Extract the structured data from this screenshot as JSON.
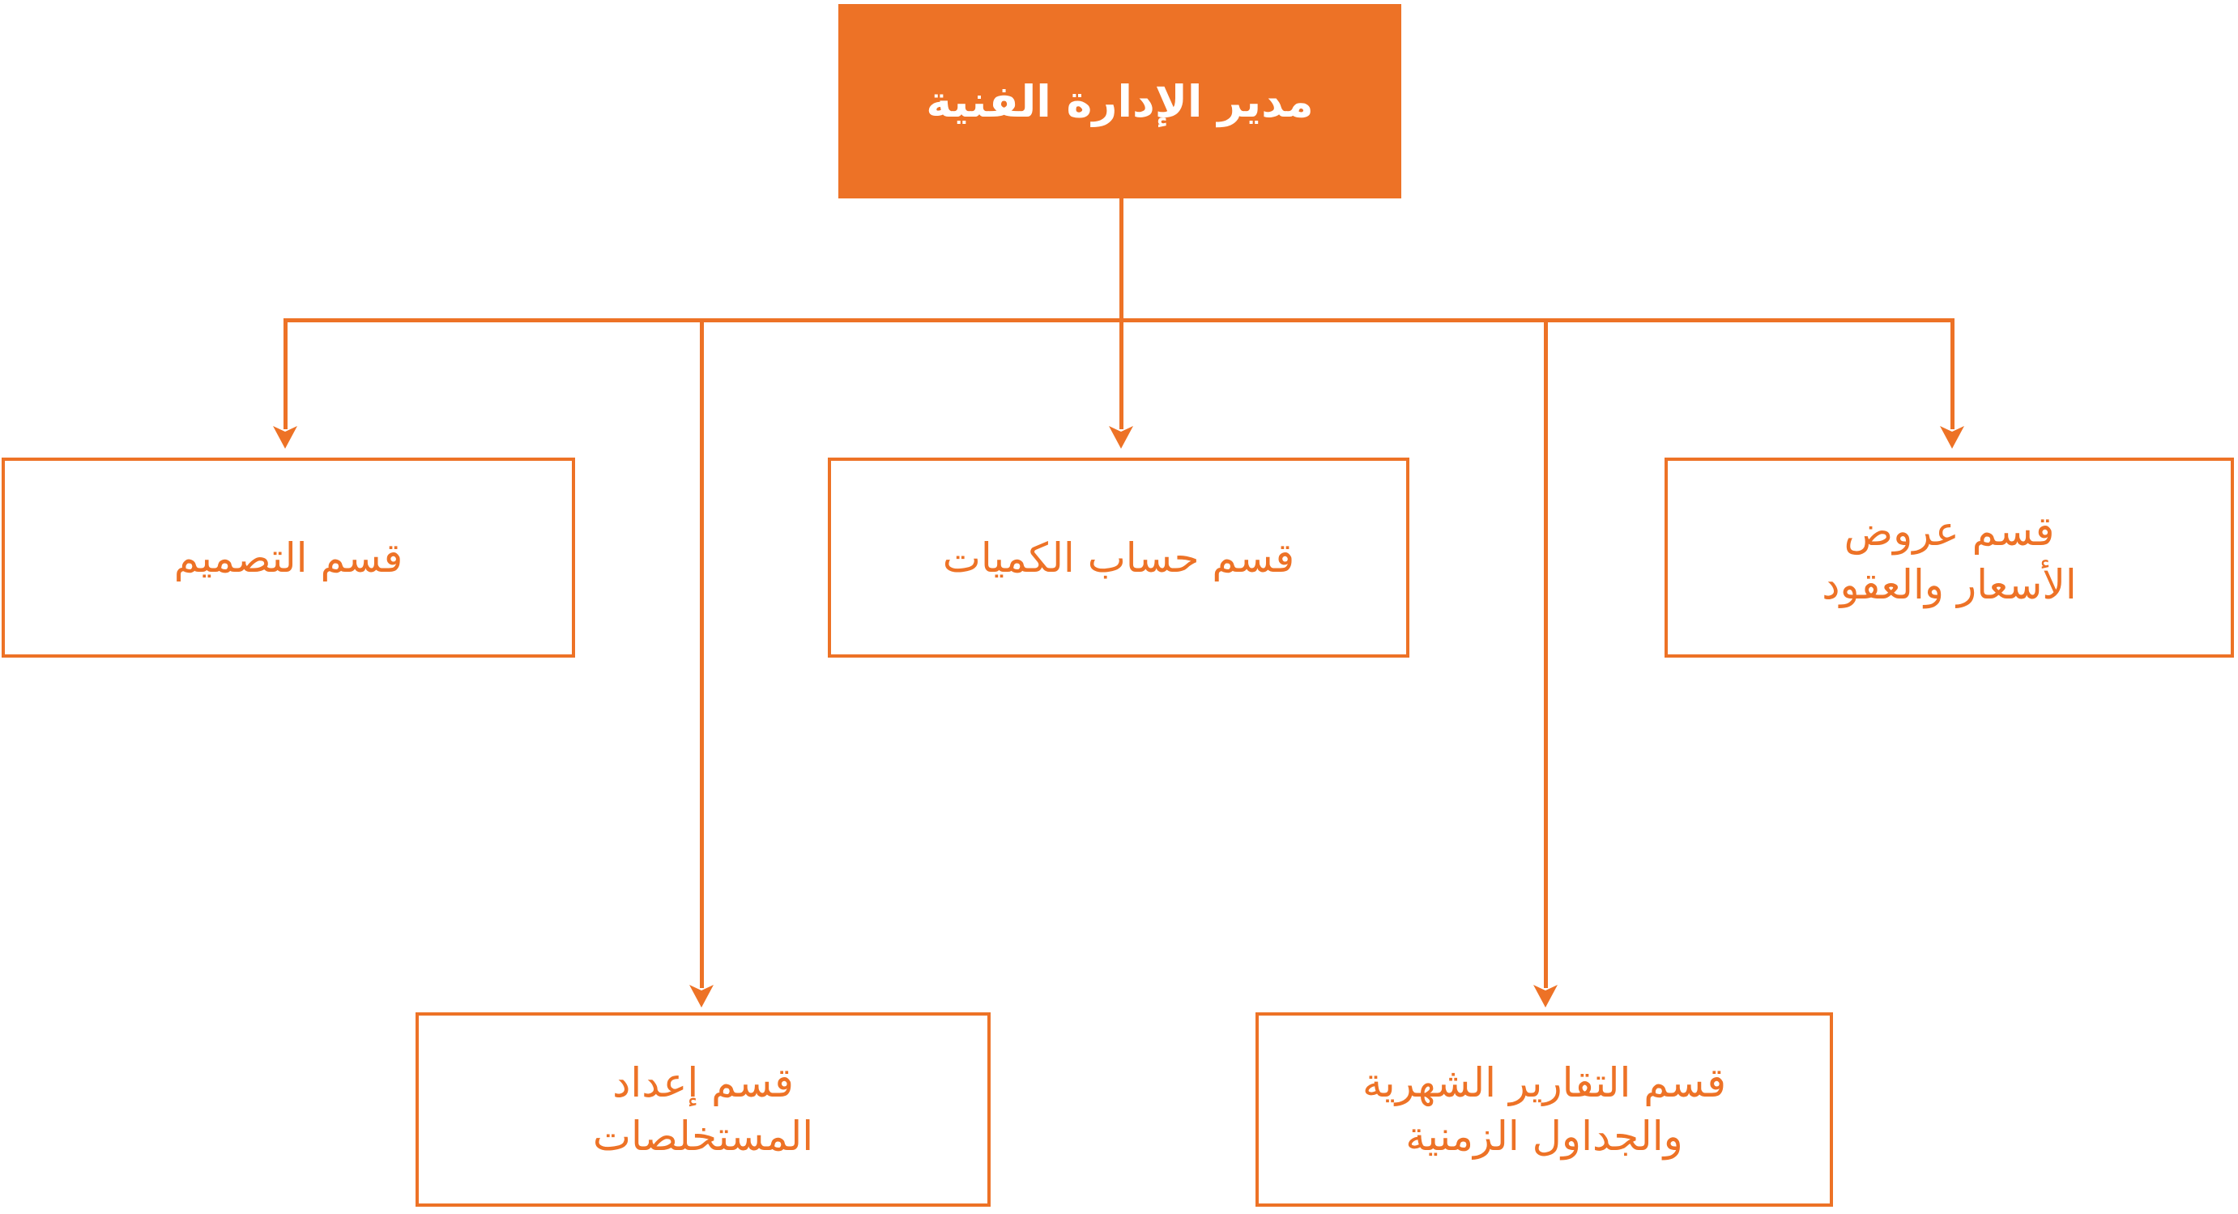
{
  "theme": {
    "accent": "#ED7226",
    "background": "#FFFFFF"
  },
  "org_chart": {
    "type": "organizational-chart",
    "root": {
      "label": "مدير الإدارة الفنية"
    },
    "departments": [
      {
        "name": "design",
        "lines": [
          "قسم التصميم"
        ]
      },
      {
        "name": "quantity-calculation",
        "lines": [
          "قسم حساب الكميات"
        ]
      },
      {
        "name": "quotations-and-contracts",
        "lines": [
          "قسم عروض",
          "الأسعار والعقود"
        ]
      },
      {
        "name": "extracts-preparation",
        "lines": [
          "قسم إعداد",
          "المستخلصات"
        ]
      },
      {
        "name": "monthly-reports-schedules",
        "lines": [
          "قسم التقارير الشهرية",
          "والجداول الزمنية"
        ]
      }
    ]
  }
}
